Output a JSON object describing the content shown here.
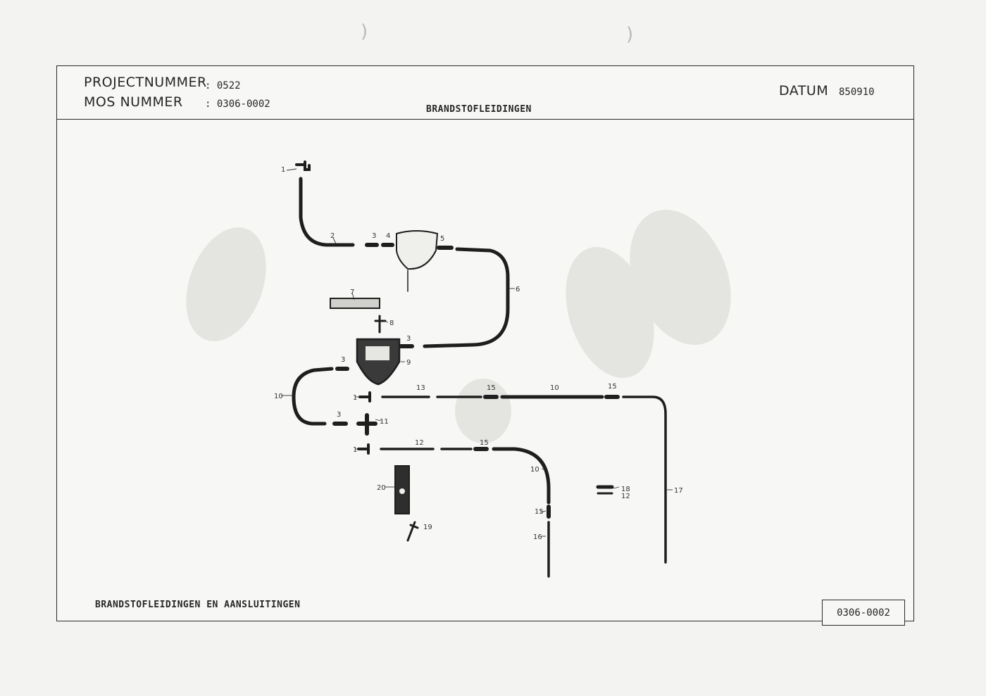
{
  "header": {
    "project_label": "PROJECTNUMMER",
    "project_value": ": 0522",
    "mos_label": "MOS NUMMER",
    "mos_value": ": 0306-0002",
    "date_label": "DATUM",
    "date_value": "850910",
    "title": "BRANDSTOFLEIDINGEN"
  },
  "footer": {
    "title": "BRANDSTOFLEIDINGEN EN AANSLUITINGEN",
    "code": "0306-0002"
  },
  "part_labels": {
    "p1a": "1",
    "p2": "2",
    "p3a": "3",
    "p4": "4",
    "p5": "5",
    "p6": "6",
    "p7": "7",
    "p8": "8",
    "p3b": "3",
    "p9": "9",
    "p3c": "3",
    "p10a": "10",
    "p1b": "1",
    "p13": "13",
    "p15a": "15",
    "p10b": "10",
    "p15b": "15",
    "p3d": "3",
    "p11": "11",
    "p1c": "1",
    "p12": "12",
    "p15c": "15",
    "p10c": "10",
    "p20": "20",
    "p15d": "15",
    "p18": "18",
    "p17": "17",
    "p19": "19",
    "p16": "16",
    "p12b": "12"
  },
  "colors": {
    "ink": "#1e1e1e",
    "paper": "#f7f7f5",
    "faint": "#d6d6d2"
  }
}
